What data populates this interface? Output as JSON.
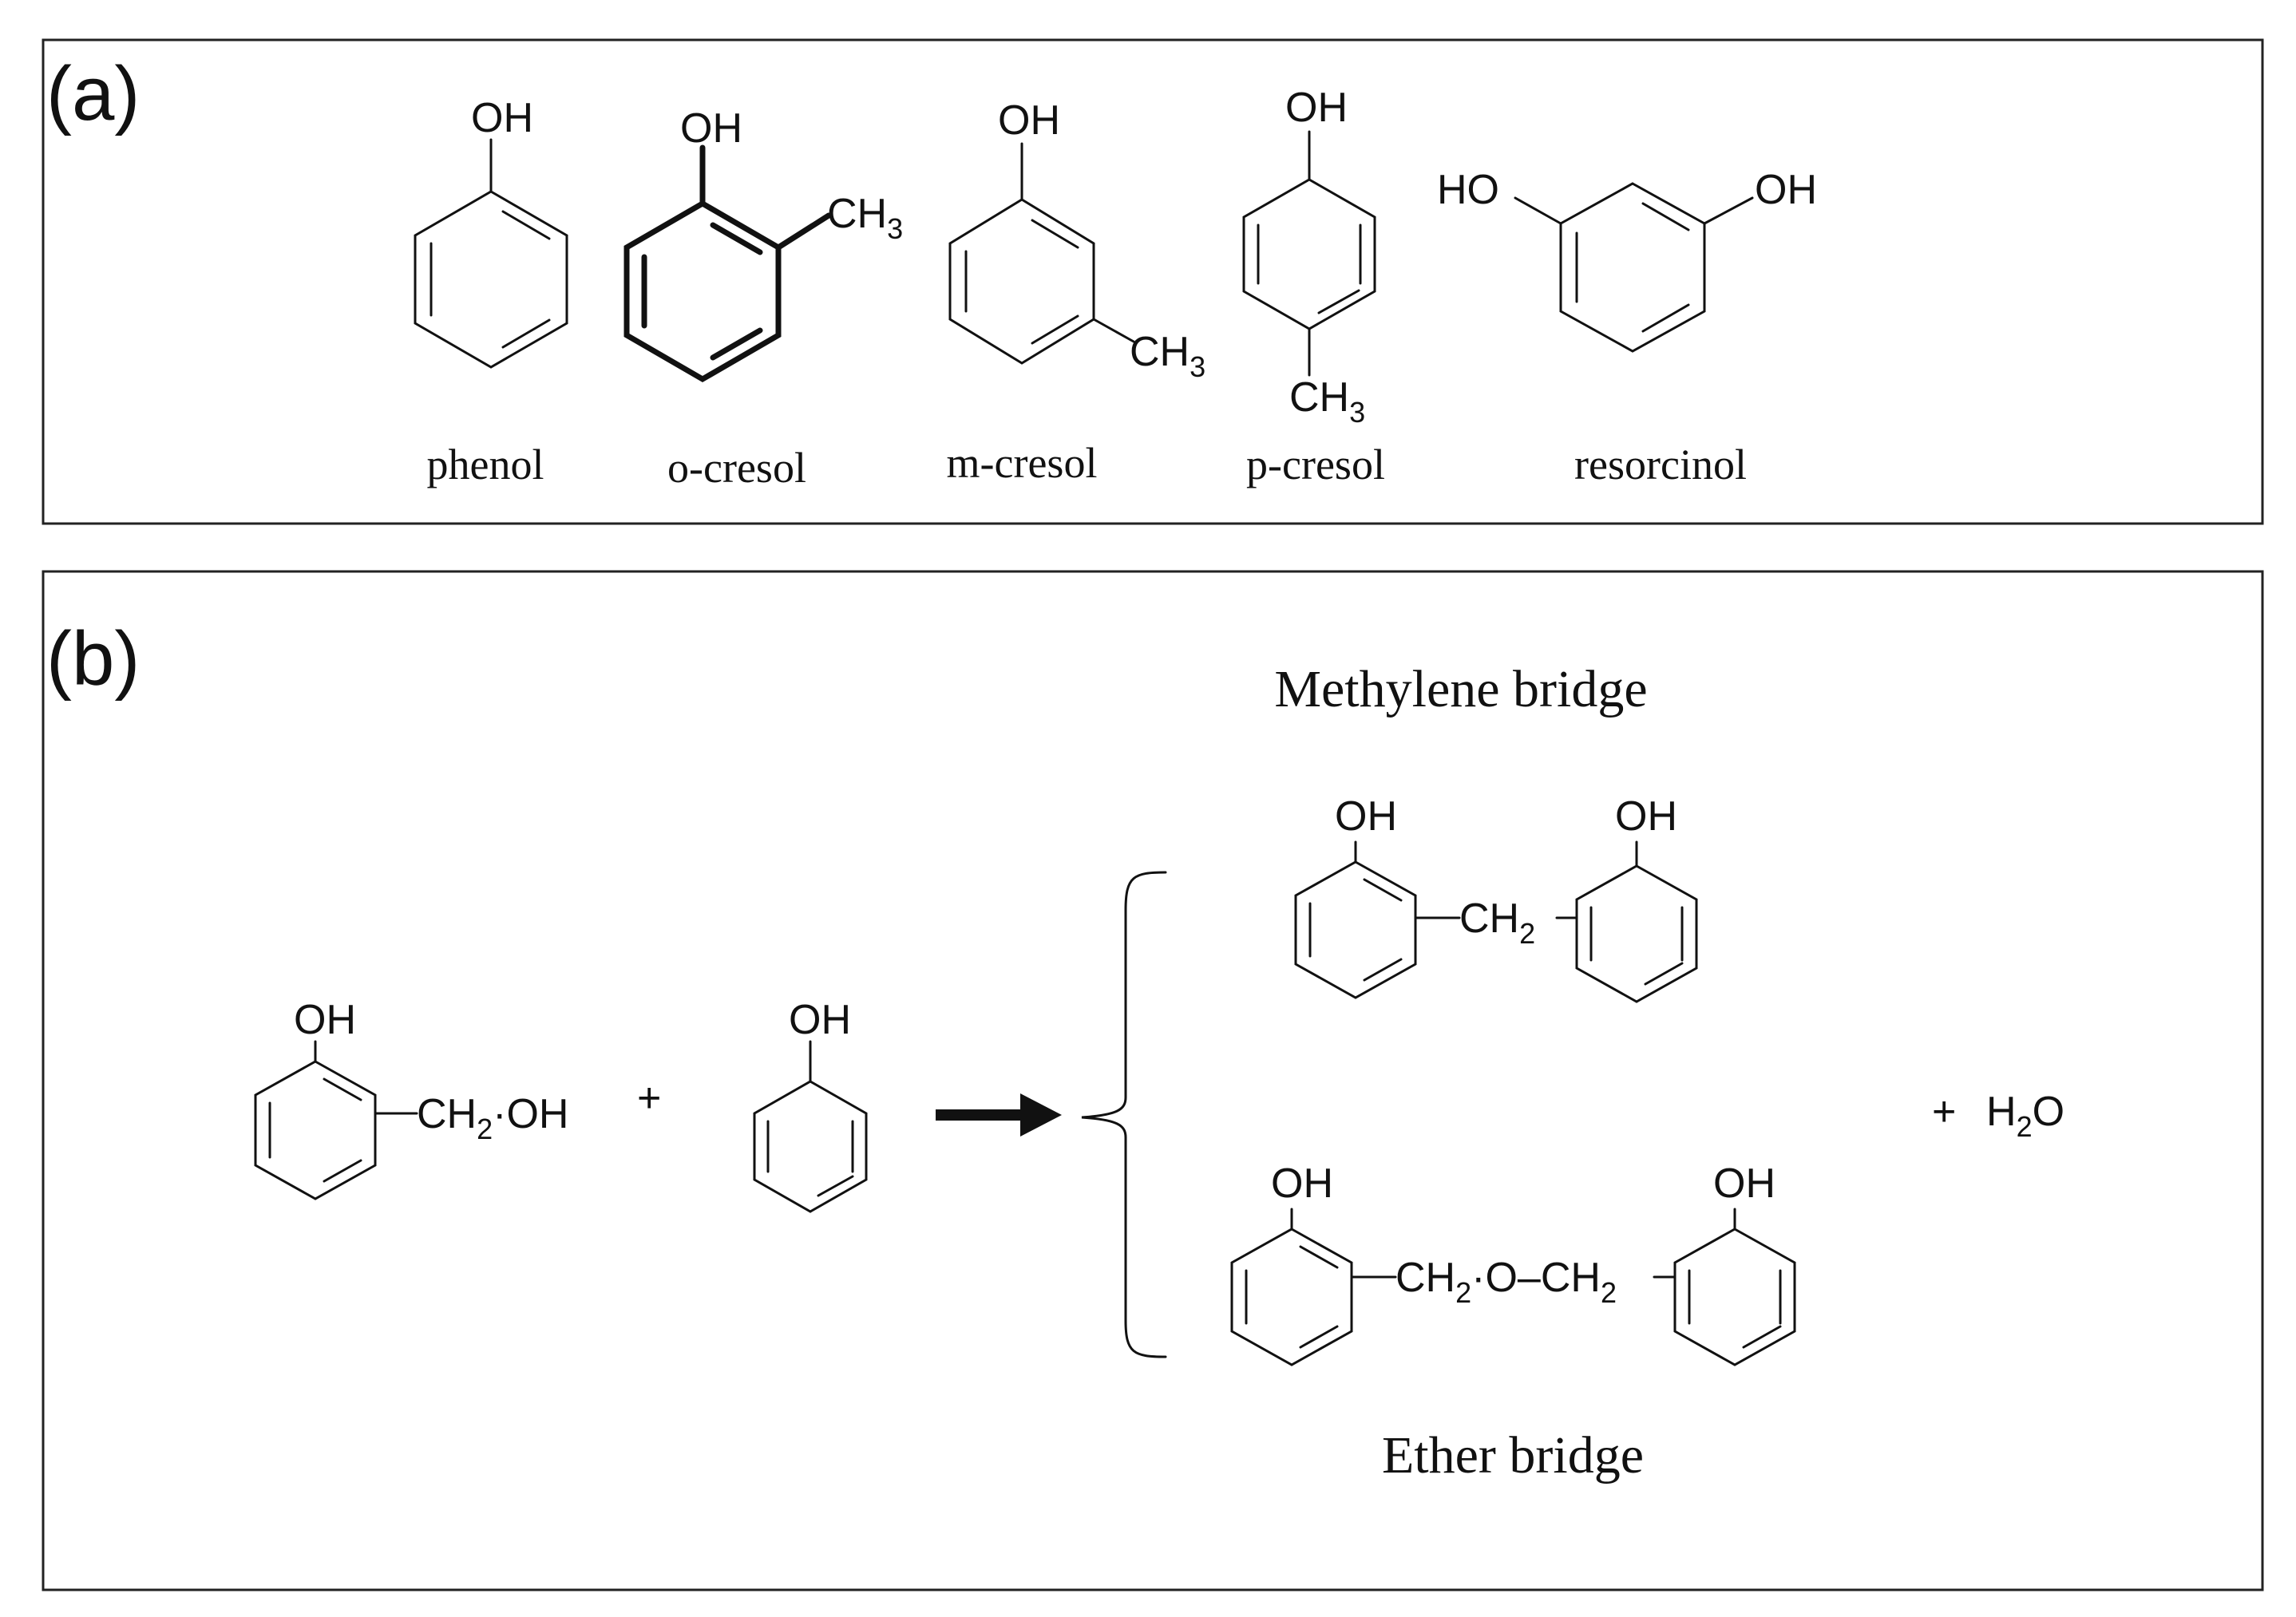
{
  "colors": {
    "ink": "#111111",
    "frame": "#222222",
    "background": "#ffffff"
  },
  "panel_a": {
    "label": "(a)",
    "compounds": [
      {
        "name": "phenol",
        "groups": {
          "hydroxyl": "OH"
        }
      },
      {
        "name": "o-cresol",
        "groups": {
          "hydroxyl": "OH",
          "methyl_main": "CH",
          "methyl_sub": "3"
        }
      },
      {
        "name": "m-cresol",
        "groups": {
          "hydroxyl": "OH",
          "methyl_main": "CH",
          "methyl_sub": "3"
        }
      },
      {
        "name": "p-cresol",
        "groups": {
          "hydroxyl": "OH",
          "methyl_main": "CH",
          "methyl_sub": "3"
        }
      },
      {
        "name": "resorcinol",
        "groups": {
          "hydroxyl_left": "HO",
          "hydroxyl_right": "OH"
        }
      }
    ]
  },
  "panel_b": {
    "label": "(b)",
    "reactant_1": {
      "hydroxyl": "OH",
      "group_main": "CH",
      "group_sub": "2",
      "group_tail": "·OH"
    },
    "plus_1": "+",
    "reactant_2": {
      "hydroxyl": "OH"
    },
    "methylene_bridge": {
      "title": "Methylene bridge",
      "left_hydroxyl": "OH",
      "right_hydroxyl": "OH",
      "bridge_main": "CH",
      "bridge_sub": "2"
    },
    "ether_bridge": {
      "title": "Ether bridge",
      "left_hydroxyl": "OH",
      "right_hydroxyl": "OH",
      "bridge_a_main": "CH",
      "bridge_a_sub": "2",
      "bridge_mid": "·O–",
      "bridge_b_main": "CH",
      "bridge_b_sub": "2"
    },
    "byproduct": {
      "plus": "+",
      "main": "H",
      "sub": "2",
      "tail": "O"
    }
  }
}
